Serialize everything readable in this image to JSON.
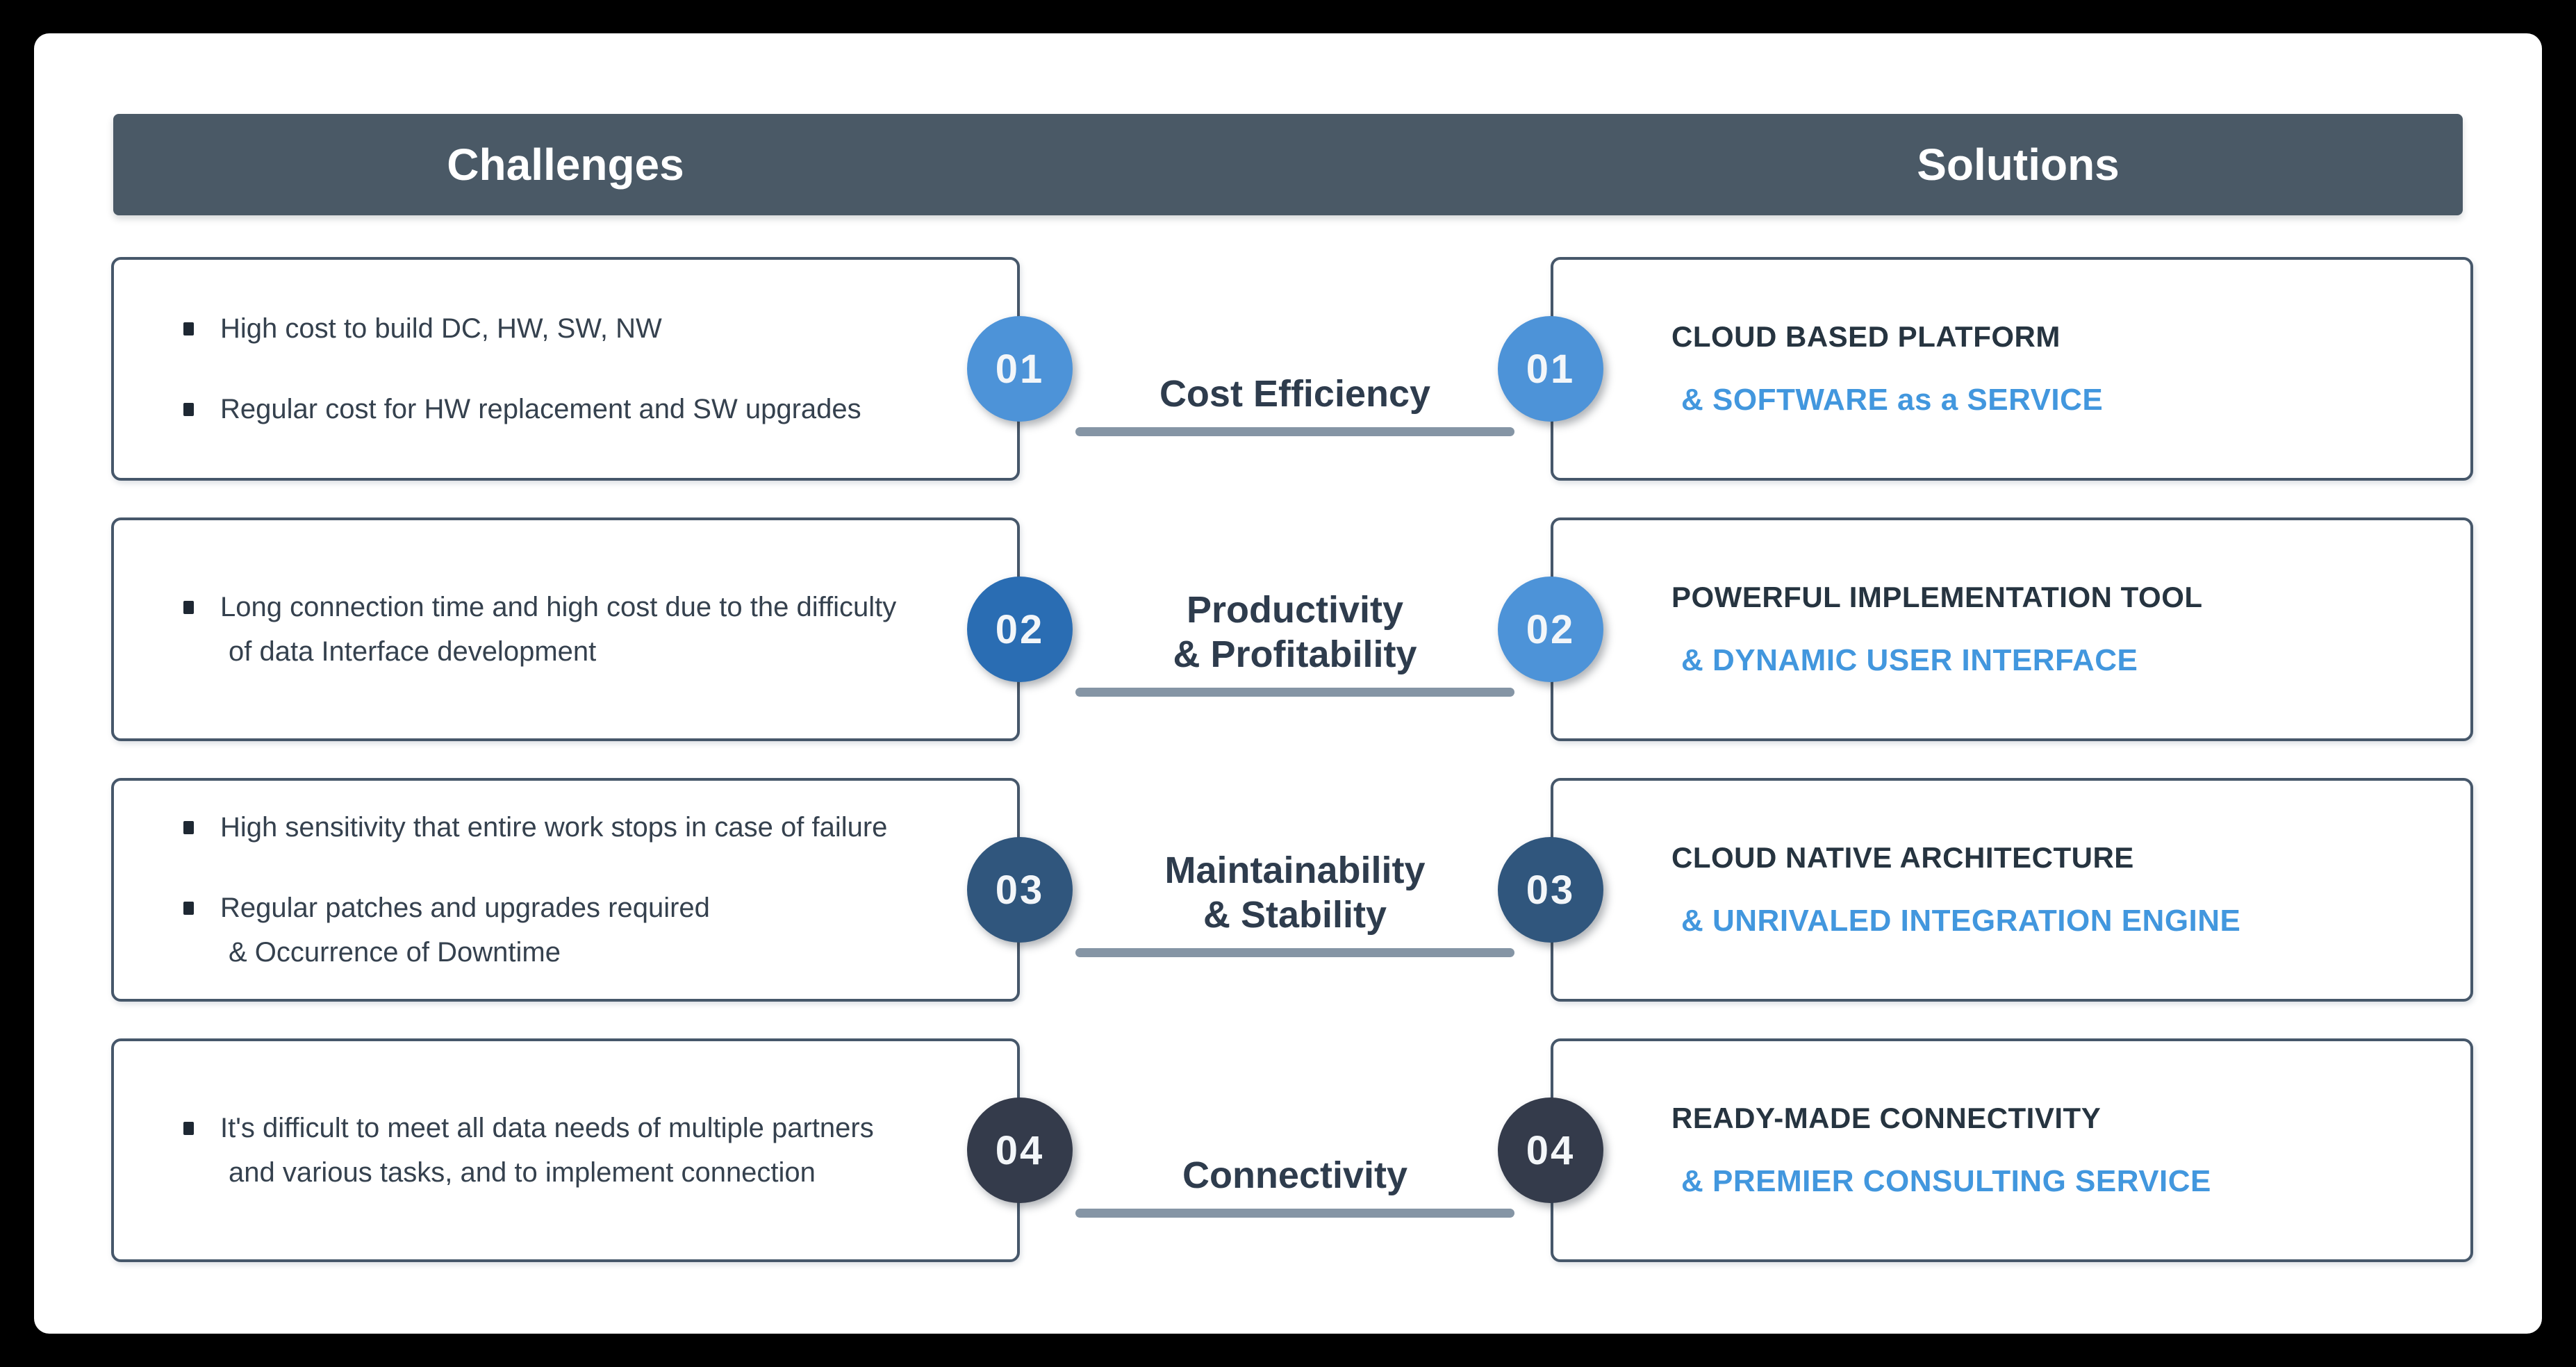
{
  "colors": {
    "canvas_background": "#000000",
    "page_background": "#FFFFFF",
    "header_background": "#4A5966",
    "header_text": "#FFFFFF",
    "box_border": "#46576A",
    "bullet_text": "#35414E",
    "label_text": "#2E3C4D",
    "divider": "#8595A5",
    "solution_title_text": "#263440",
    "solution_subtitle_text": "#4297DE",
    "circle_number_text": "#F3F6F9"
  },
  "header": {
    "left_title": "Challenges",
    "right_title": "Solutions"
  },
  "rows": [
    {
      "number": "01",
      "label_lines": [
        "Cost Efficiency"
      ],
      "left_circle_color": "#4D93D8",
      "right_circle_color": "#4D93D8",
      "challenge_bullets": [
        {
          "lines": [
            "High cost to build DC, HW, SW, NW"
          ]
        },
        {
          "lines": [
            "Regular cost for HW replacement and SW upgrades"
          ]
        }
      ],
      "solution_title": "CLOUD BASED PLATFORM",
      "solution_subtitle": "& SOFTWARE as a SERVICE"
    },
    {
      "number": "02",
      "label_lines": [
        "Productivity",
        "& Profitability"
      ],
      "left_circle_color": "#2A6DB3",
      "right_circle_color": "#4D93D8",
      "challenge_bullets": [
        {
          "lines": [
            "Long connection time and high cost due to the difficulty",
            "of data Interface development"
          ]
        }
      ],
      "solution_title": "POWERFUL IMPLEMENTATION TOOL",
      "solution_subtitle": "& DYNAMIC USER INTERFACE"
    },
    {
      "number": "03",
      "label_lines": [
        "Maintainability",
        "& Stability"
      ],
      "left_circle_color": "#30567D",
      "right_circle_color": "#30567D",
      "challenge_bullets": [
        {
          "lines": [
            "High sensitivity that entire work stops in case of failure"
          ]
        },
        {
          "lines": [
            "Regular patches and upgrades required",
            "& Occurrence of Downtime"
          ]
        }
      ],
      "solution_title": "CLOUD NATIVE ARCHITECTURE",
      "solution_subtitle": "& UNRIVALED INTEGRATION ENGINE"
    },
    {
      "number": "04",
      "label_lines": [
        "Connectivity"
      ],
      "left_circle_color": "#343B4B",
      "right_circle_color": "#343B4B",
      "challenge_bullets": [
        {
          "lines": [
            "It's difficult to meet all data needs of multiple partners",
            "and various tasks, and to implement connection"
          ]
        }
      ],
      "solution_title": "READY-MADE CONNECTIVITY",
      "solution_subtitle": "& PREMIER CONSULTING SERVICE"
    }
  ]
}
